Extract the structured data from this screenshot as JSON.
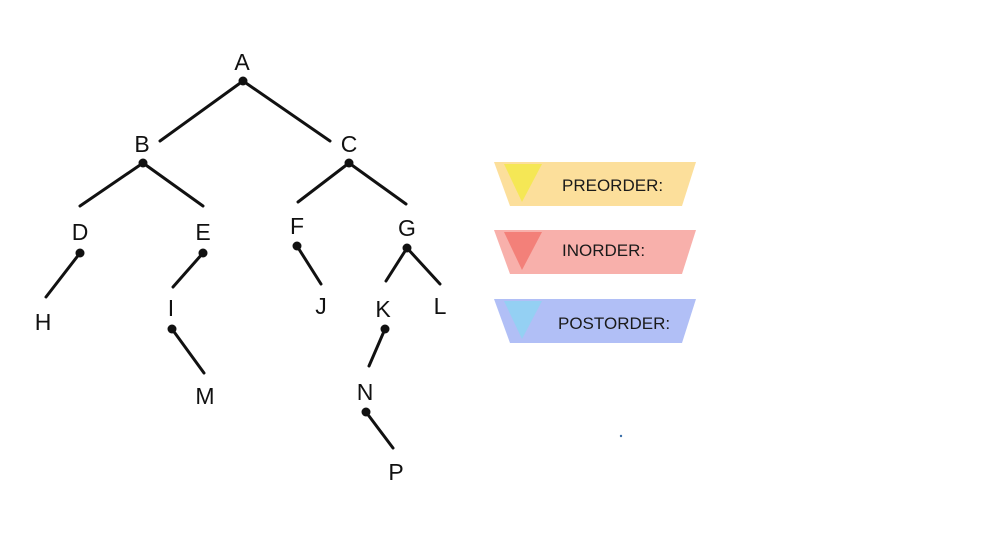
{
  "tree": {
    "nodes": [
      {
        "id": "A",
        "label": "A"
      },
      {
        "id": "B",
        "label": "B"
      },
      {
        "id": "C",
        "label": "C"
      },
      {
        "id": "D",
        "label": "D"
      },
      {
        "id": "E",
        "label": "E"
      },
      {
        "id": "F",
        "label": "F"
      },
      {
        "id": "G",
        "label": "G"
      },
      {
        "id": "H",
        "label": "H"
      },
      {
        "id": "I",
        "label": "I"
      },
      {
        "id": "J",
        "label": "J"
      },
      {
        "id": "K",
        "label": "K"
      },
      {
        "id": "L",
        "label": "L"
      },
      {
        "id": "M",
        "label": "M"
      },
      {
        "id": "N",
        "label": "N"
      },
      {
        "id": "P",
        "label": "P"
      }
    ],
    "edges": [
      [
        "A",
        "B"
      ],
      [
        "A",
        "C"
      ],
      [
        "B",
        "D"
      ],
      [
        "B",
        "E"
      ],
      [
        "C",
        "F"
      ],
      [
        "C",
        "G"
      ],
      [
        "D",
        "H"
      ],
      [
        "E",
        "I"
      ],
      [
        "F",
        "J"
      ],
      [
        "G",
        "K"
      ],
      [
        "G",
        "L"
      ],
      [
        "I",
        "M"
      ],
      [
        "K",
        "N"
      ],
      [
        "N",
        "P"
      ]
    ]
  },
  "traversals": [
    {
      "id": "preorder",
      "label": "PREORDER:",
      "color": "#fbd98a",
      "accent": "#f2e14a",
      "icon": "triangle-down-icon"
    },
    {
      "id": "inorder",
      "label": "INORDER:",
      "color": "#f7a29c",
      "accent": "#f06a62",
      "icon": "triangle-down-icon"
    },
    {
      "id": "postorder",
      "label": "POSTORDER:",
      "color": "#a9b8f5",
      "accent": "#7ec8f0",
      "icon": "triangle-down-icon"
    }
  ]
}
